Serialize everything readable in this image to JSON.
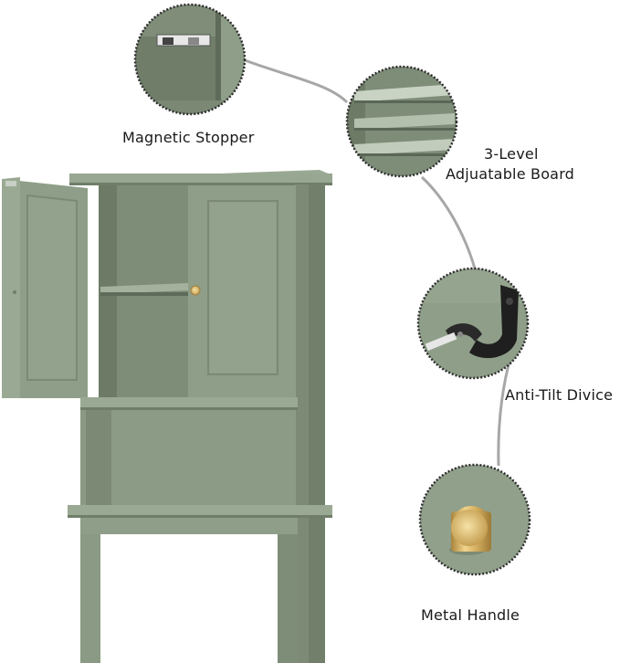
{
  "labels": {
    "magnetic_stopper": "Magnetic Stopper",
    "board_line1": "3-Level",
    "board_line2": "Adjuatable Board",
    "anti_tilt": "Anti-Tilt Divice",
    "metal_handle": "Metal Handle"
  },
  "colors": {
    "cabinet_main": "#8a9a84",
    "cabinet_light": "#9aa993",
    "cabinet_dark": "#6f7d69",
    "cabinet_shadow": "#5f6b5a",
    "interior": "#7e8d78",
    "connector": "#a7a7a7",
    "detail_border": "#3a3a3a",
    "gold": "#d4b060",
    "anti_tilt_bracket": "#1f1f1f"
  },
  "callouts": [
    {
      "name": "magnetic-stopper-detail",
      "label_key": "magnetic_stopper"
    },
    {
      "name": "adjustable-board-detail",
      "label_key": "board"
    },
    {
      "name": "anti-tilt-detail",
      "label_key": "anti_tilt"
    },
    {
      "name": "metal-handle-detail",
      "label_key": "metal_handle"
    }
  ]
}
